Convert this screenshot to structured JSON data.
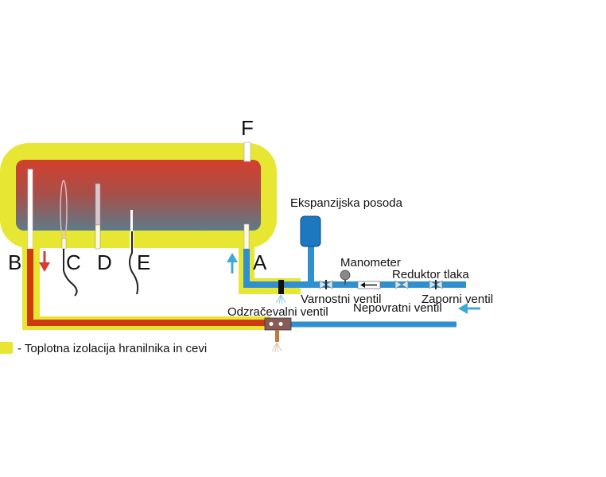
{
  "letters": {
    "a": "A",
    "b": "B",
    "c": "C",
    "d": "D",
    "e": "E",
    "f": "F"
  },
  "labels": {
    "expansion_vessel": "Ekspanzijska posoda",
    "manometer": "Manometer",
    "pressure_reducer": "Reduktor tlaka",
    "safety_valve": "Varnostni ventil",
    "shutoff_valve": "Zaporni ventil",
    "check_valve": "Nepovratni ventil",
    "drain_valve": "Odzračevalni ventil"
  },
  "legend": {
    "insulation": "- Toplotna izolacija hranilnika in cevi"
  },
  "colors": {
    "insulation": "#e6e633",
    "hot": "#d0402f",
    "cold": "#2f8fcf",
    "tank_bottom": "#5d7b89"
  }
}
